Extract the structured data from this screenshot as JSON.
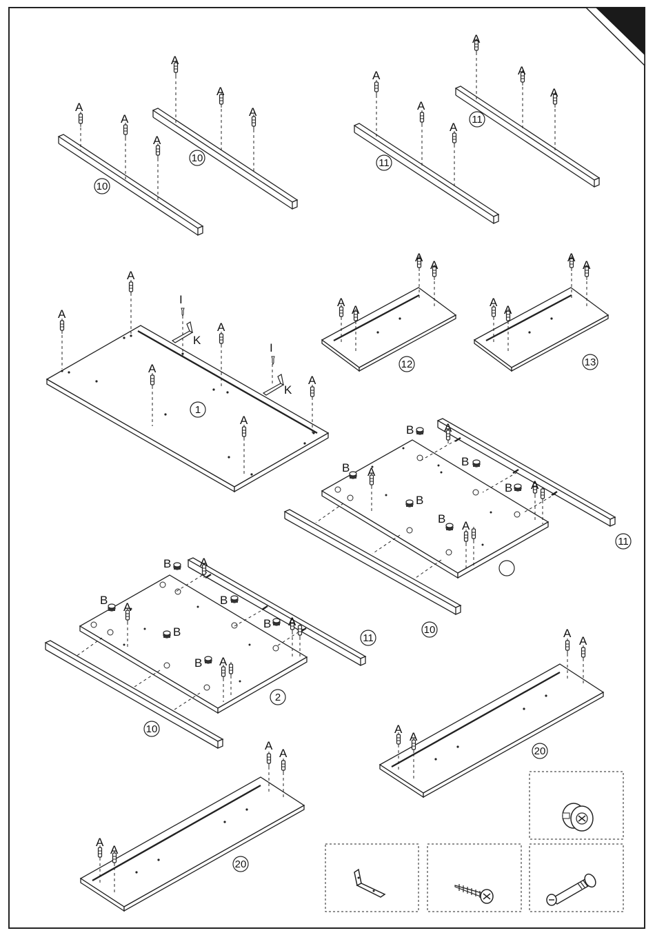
{
  "labels": {
    "dowel": "A",
    "cam": "B",
    "screw": "I",
    "bracket": "K"
  },
  "parts": {
    "rail_10": "10",
    "rail_11": "11",
    "top_board": "1",
    "bottom_board": "2",
    "side_12": "12",
    "side_13": "13",
    "shelf_20": "20"
  },
  "colors": {
    "line": "#222222",
    "corner_tab": "#1a1a1a"
  },
  "hardware_boxes": [
    {
      "icon": "cam-lock-icon"
    },
    {
      "icon": "l-bracket-icon"
    },
    {
      "icon": "screw-icon"
    },
    {
      "icon": "cam-bolt-icon"
    }
  ]
}
